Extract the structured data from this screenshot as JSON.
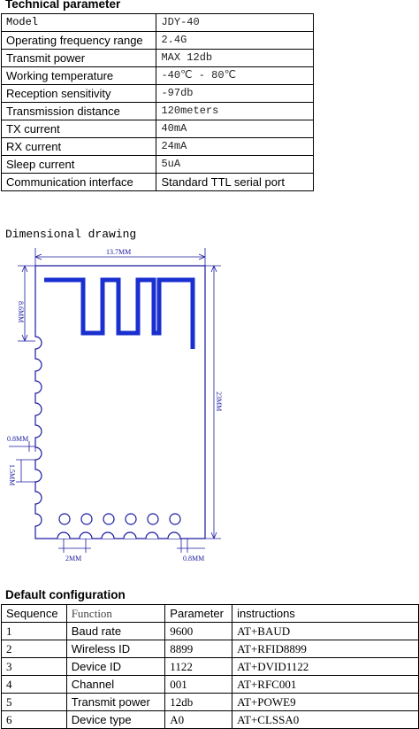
{
  "technical": {
    "heading": "Technical parameter",
    "rows": [
      [
        "Model",
        "JDY-40"
      ],
      [
        "Operating frequency range",
        "2.4G"
      ],
      [
        "Transmit power",
        "MAX 12db"
      ],
      [
        "Working temperature",
        "-40℃ - 80℃"
      ],
      [
        "Reception sensitivity",
        "-97db"
      ],
      [
        "Transmission distance",
        "120meters"
      ],
      [
        "TX current",
        "40mA"
      ],
      [
        "RX current",
        "24mA"
      ],
      [
        "Sleep current",
        "5uA"
      ],
      [
        "Communication interface",
        "Standard TTL serial port"
      ]
    ]
  },
  "drawing": {
    "heading": "Dimensional drawing",
    "width_label": "13.7MM",
    "antenna_label": "8.6MM",
    "height_label": "23MM",
    "pad_width_label": "0.8MM",
    "pitch_label": "1.5MM",
    "bottom_pitch_label": "2MM",
    "bottom_edge_label": "0.8MM"
  },
  "default": {
    "heading": "Default configuration",
    "headers": [
      "Sequence",
      "Function",
      "Parameter",
      "instructions"
    ],
    "rows": [
      [
        "1",
        "Baud rate",
        "9600",
        "AT+BAUD"
      ],
      [
        "2",
        "Wireless ID",
        "8899",
        "AT+RFID8899"
      ],
      [
        "3",
        "Device ID",
        "1122",
        "AT+DVID1122"
      ],
      [
        "4",
        "Channel",
        "001",
        "AT+RFC001"
      ],
      [
        "5",
        "Transmit power",
        "12db",
        "AT+POWE9"
      ],
      [
        "6",
        "Device type",
        "A0",
        "AT+CLSSA0"
      ]
    ]
  }
}
